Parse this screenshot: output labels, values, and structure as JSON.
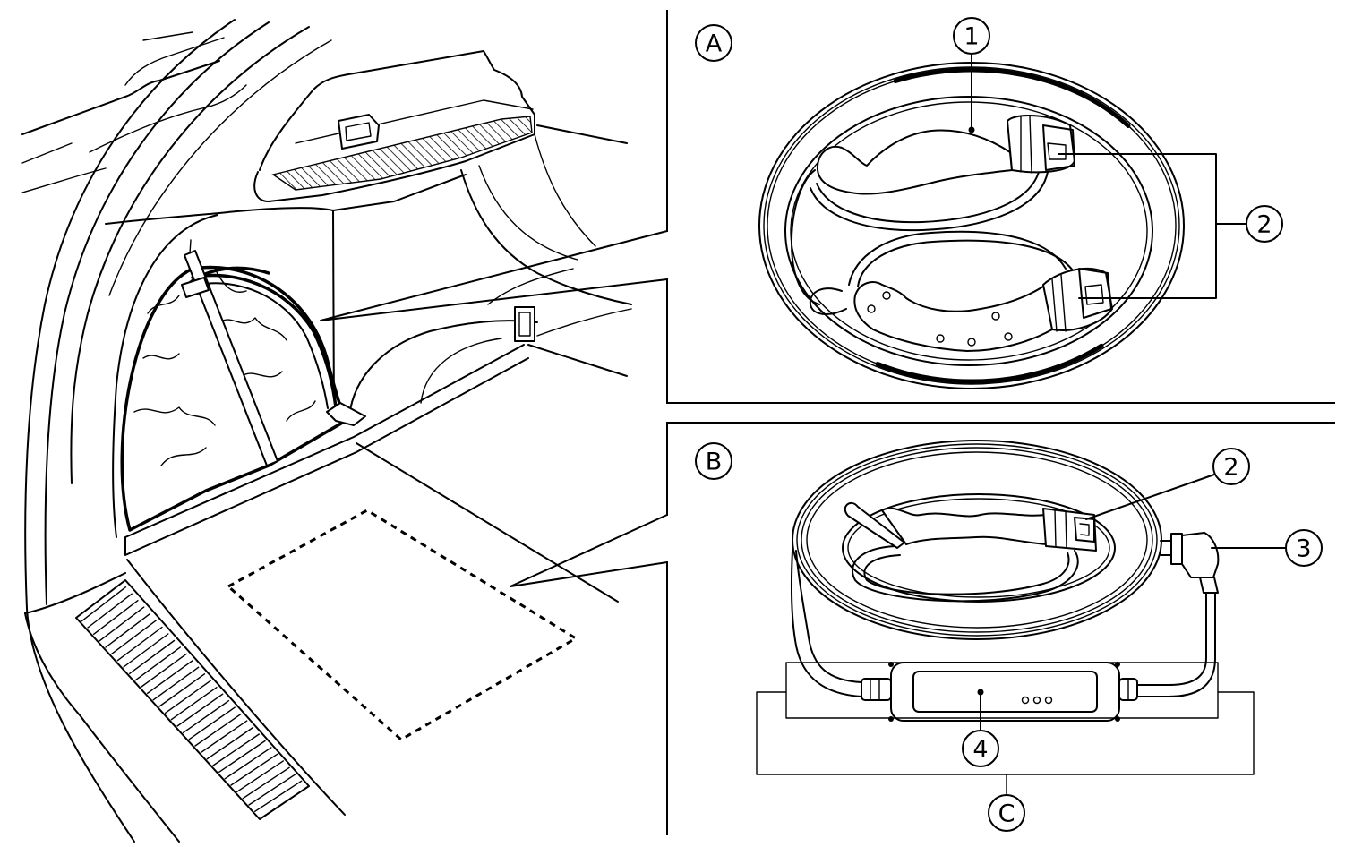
{
  "callouts": {
    "panel_a": "A",
    "panel_b": "B",
    "item_1": "1",
    "item_2_a": "2",
    "item_2_b": "2",
    "item_3": "3",
    "item_4": "4",
    "group_c": "C"
  },
  "colors": {
    "line": "#000000",
    "background": "#ffffff"
  }
}
